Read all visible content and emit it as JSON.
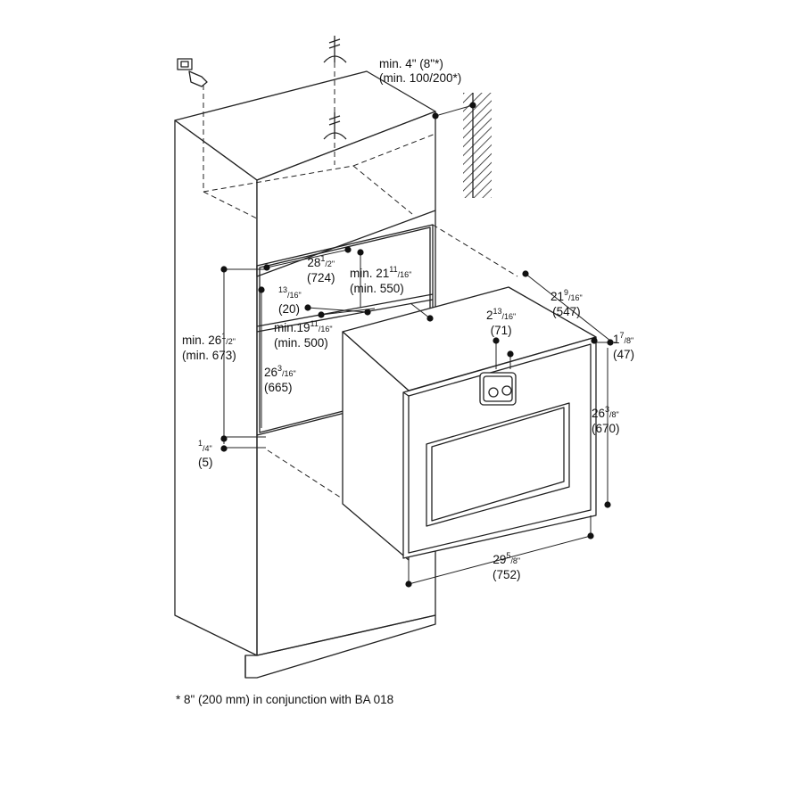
{
  "diagram": {
    "dim_top_clearance_in": "min. 4\" (8\"*)",
    "dim_top_clearance_mm": "(min. 100/200*)",
    "dim_niche_width_whole": "28",
    "dim_niche_width_num": "1",
    "dim_niche_width_den": "/2\"",
    "dim_niche_width_mm": "(724)",
    "dim_niche_depth_prefix": "min. 21",
    "dim_niche_depth_num": "11",
    "dim_niche_depth_den": "/16\"",
    "dim_niche_depth_mm": "(min. 550)",
    "dim_shelf_gap_num": "13",
    "dim_shelf_gap_den": "/16\"",
    "dim_shelf_gap_mm": "(20)",
    "dim_shelf_depth_prefix": "min.19",
    "dim_shelf_depth_num": "11",
    "dim_shelf_depth_den": "/16\"",
    "dim_shelf_depth_mm": "(min. 500)",
    "dim_niche_height_prefix": "min. 26",
    "dim_niche_height_num": "1",
    "dim_niche_height_den": "/2\"",
    "dim_niche_height_mm": "(min. 673)",
    "dim_inner_height_whole": "26",
    "dim_inner_height_num": "3",
    "dim_inner_height_den": "/16\"",
    "dim_inner_height_mm": "(665)",
    "dim_bottom_gap_num": "1",
    "dim_bottom_gap_den": "/4\"",
    "dim_bottom_gap_mm": "(5)",
    "dim_oven_depth_whole": "21",
    "dim_oven_depth_num": "9",
    "dim_oven_depth_den": "/16\"",
    "dim_oven_depth_mm": "(547)",
    "dim_control_depth_whole": "2",
    "dim_control_depth_num": "13",
    "dim_control_depth_den": "/16\"",
    "dim_control_depth_mm": "(71)",
    "dim_front_depth_whole": "1",
    "dim_front_depth_num": "7",
    "dim_front_depth_den": "/8\"",
    "dim_front_depth_mm": "(47)",
    "dim_oven_height_whole": "26",
    "dim_oven_height_num": "3",
    "dim_oven_height_den": "/8\"",
    "dim_oven_height_mm": "(670)",
    "dim_oven_width_whole": "29",
    "dim_oven_width_num": "5",
    "dim_oven_width_den": "/8\"",
    "dim_oven_width_mm": "(752)",
    "footnote": "* 8\" (200 mm) in conjunction with BA 018"
  }
}
